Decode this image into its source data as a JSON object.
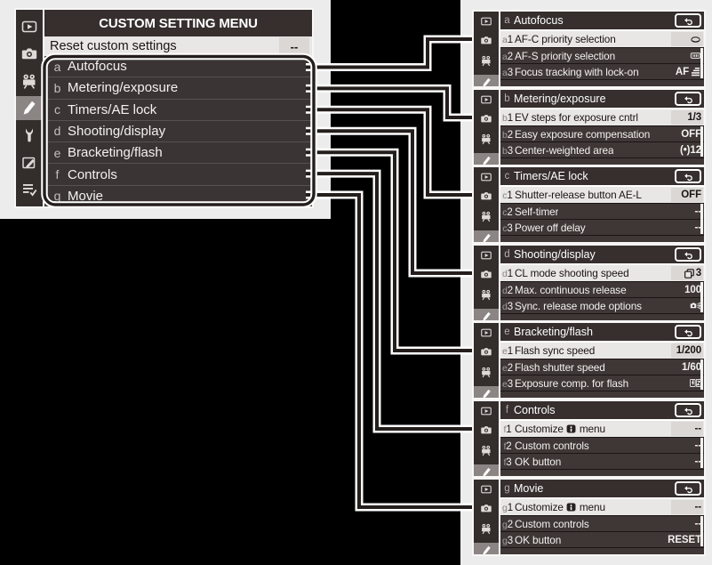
{
  "main_menu": {
    "title": "CUSTOM SETTING MENU",
    "reset_row": {
      "label": "Reset custom settings",
      "value": "--"
    },
    "items": [
      {
        "prefix": "a",
        "label": "Autofocus"
      },
      {
        "prefix": "b",
        "label": "Metering/exposure"
      },
      {
        "prefix": "c",
        "label": "Timers/AE lock"
      },
      {
        "prefix": "d",
        "label": "Shooting/display"
      },
      {
        "prefix": "e",
        "label": "Bracketing/flash"
      },
      {
        "prefix": "f",
        "label": "Controls"
      },
      {
        "prefix": "g",
        "label": "Movie"
      }
    ],
    "sidebar_icons": [
      "playback-icon",
      "camera-icon",
      "movie-camera-icon",
      "pencil-icon",
      "wrench-icon",
      "retouch-icon",
      "my-menu-icon"
    ]
  },
  "panels": [
    {
      "prefix": "a",
      "title": "Autofocus",
      "rows": [
        {
          "prefix": "a1",
          "label": "AF-C priority selection",
          "value": "",
          "value_icon": "release-icon",
          "selected": true
        },
        {
          "prefix": "a2",
          "label": "AF-S priority selection",
          "value": "",
          "value_icon": "focus-icon"
        },
        {
          "prefix": "a3",
          "label": "Focus tracking with lock-on",
          "value": "AF",
          "value_icon": "af-bars-icon"
        }
      ]
    },
    {
      "prefix": "b",
      "title": "Metering/exposure",
      "rows": [
        {
          "prefix": "b1",
          "label": "EV steps for exposure cntrl",
          "value": "1/3",
          "selected": true
        },
        {
          "prefix": "b2",
          "label": "Easy exposure compensation",
          "value": "OFF"
        },
        {
          "prefix": "b3",
          "label": "Center-weighted area",
          "value": "(•)12"
        }
      ]
    },
    {
      "prefix": "c",
      "title": "Timers/AE lock",
      "rows": [
        {
          "prefix": "c1",
          "label": "Shutter-release button AE-L",
          "value": "OFF",
          "selected": true
        },
        {
          "prefix": "c2",
          "label": "Self-timer",
          "value": "--"
        },
        {
          "prefix": "c3",
          "label": "Power off delay",
          "value": "--"
        }
      ]
    },
    {
      "prefix": "d",
      "title": "Shooting/display",
      "rows": [
        {
          "prefix": "d1",
          "label": "CL mode shooting speed",
          "value": "3",
          "value_icon": "frames-icon",
          "icon_first": true,
          "selected": true
        },
        {
          "prefix": "d2",
          "label": "Max. continuous release",
          "value": "100"
        },
        {
          "prefix": "d3",
          "label": "Sync. release mode options",
          "value": "",
          "value_icon": "sync-release-icon"
        }
      ]
    },
    {
      "prefix": "e",
      "title": "Bracketing/flash",
      "rows": [
        {
          "prefix": "e1",
          "label": "Flash sync speed",
          "value": "1/200",
          "selected": true
        },
        {
          "prefix": "e2",
          "label": "Flash shutter speed",
          "value": "1/60"
        },
        {
          "prefix": "e3",
          "label": "Exposure comp. for flash",
          "value": "",
          "value_icon": "flash-comp-icon"
        }
      ]
    },
    {
      "prefix": "f",
      "title": "Controls",
      "rows": [
        {
          "prefix": "f1",
          "label": "Customize",
          "label_icon": "i-button-icon",
          "label_suffix": "menu",
          "value": "--",
          "selected": true
        },
        {
          "prefix": "f2",
          "label": "Custom controls",
          "value": "--"
        },
        {
          "prefix": "f3",
          "label": "OK button",
          "value": "--"
        }
      ]
    },
    {
      "prefix": "g",
      "title": "Movie",
      "rows": [
        {
          "prefix": "g1",
          "label": "Customize",
          "label_icon": "i-button-icon",
          "label_suffix": "menu",
          "value": "--",
          "selected": true
        },
        {
          "prefix": "g2",
          "label": "Custom controls",
          "value": "--"
        },
        {
          "prefix": "g3",
          "label": "OK button",
          "value": "RESET"
        }
      ]
    }
  ],
  "colors": {
    "page_bg": "#ececec",
    "black_region": "#000000",
    "menu_dark": "#3b3434",
    "selected_row": "#e9e7e5",
    "sidebar_highlight": "#8b8583",
    "wire_core": "#241e1d",
    "wire_casing": "#ffffff"
  }
}
